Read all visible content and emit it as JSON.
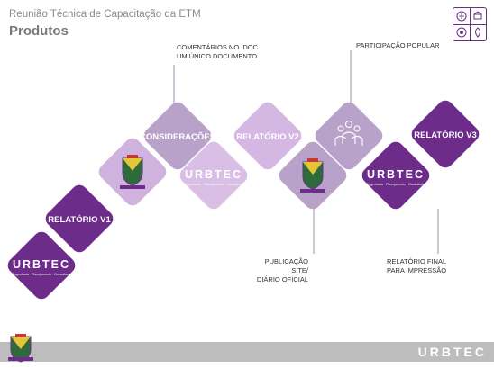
{
  "header": {
    "subtitle": "Reunião Técnica de Capacitação da ETM",
    "title": "Produtos"
  },
  "tiles": {
    "relatorio_v1": "RELATÓRIO V1",
    "consideracoes": "CONSIDERAÇÕES",
    "relatorio_v2": "RELATÓRIO V2",
    "relatorio_v3": "RELATÓRIO V3"
  },
  "logos": {
    "urbtec": "URBTEC",
    "urbtec_tagline": "Engenharia · Planejamento · Consultoria"
  },
  "notes": {
    "comentarios_line1": "COMENTÁRIOS NO .DOC",
    "comentarios_line2": "UM ÚNICO DOCUMENTO",
    "participacao": "PARTICIPAÇÃO POPULAR",
    "publicacao_line1": "PUBLICAÇÃO SITE/",
    "publicacao_line2": "DIÁRIO OFICIAL",
    "relatorio_final_line1": "RELATÓRIO FINAL",
    "relatorio_final_line2": "PARA IMPRESSÃO"
  },
  "footer": {
    "brand": "URBTEC"
  },
  "colors": {
    "dark_purple": "#6d2c8a",
    "light_purple": "#cfb3de",
    "mid_purple": "#b68fcb",
    "grey_purple": "#c9bdd1",
    "footer_grey": "#bdbdbd"
  },
  "icons": [
    "people-icon",
    "crest-icon",
    "urbtec-logo",
    "ods-icon-grid"
  ]
}
